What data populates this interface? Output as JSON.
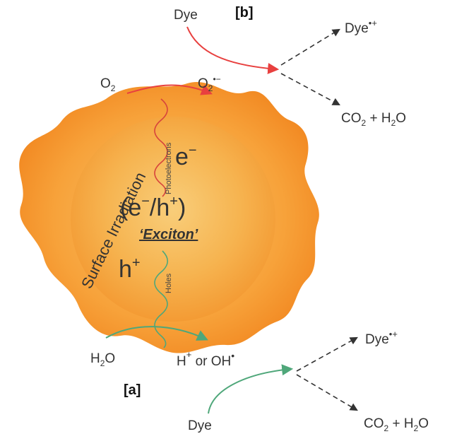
{
  "labels": {
    "panel_b": "[b]",
    "panel_a": "[a]",
    "dye_top": "Dye",
    "dye_bottom": "Dye",
    "o2": "O",
    "o2_sub": "2",
    "o2_rad": "O",
    "o2_rad_sub": "2",
    "o2_rad_sup": "•−",
    "dye_rad_top": "Dye",
    "dye_rad_top_sup": "•+",
    "co2_h2o_top_a": "CO",
    "co2_h2o_top_sub": "2",
    "co2_h2o_top_b": " + H",
    "co2_h2o_top_sub2": "2",
    "co2_h2o_top_c": "O",
    "dye_rad_bottom": "Dye",
    "dye_rad_bottom_sup": "•+",
    "co2_h2o_bottom_a": "CO",
    "co2_h2o_bottom_sub": "2",
    "co2_h2o_bottom_b": " + H",
    "co2_h2o_bottom_sub2": "2",
    "co2_h2o_bottom_c": "O",
    "h2o": "H",
    "h2o_sub": "2",
    "h2o_c": "O",
    "h_plus": "H",
    "h_plus_sup": "+",
    "or_oh": " or OH",
    "oh_sup": "•",
    "electron": "e",
    "electron_sup": "−",
    "hole": "h",
    "hole_sup": "+",
    "exciton_pair_a": "(e",
    "exciton_pair_sup1": "−",
    "exciton_pair_b": "/h",
    "exciton_pair_sup2": "+",
    "exciton_pair_c": ")",
    "exciton": "‘Exciton’",
    "surface_irradiation": "Surface Irradiation",
    "photoelectrons": "Photoelectrons",
    "holes": "Holes"
  },
  "colors": {
    "particle_outer": "#f7a23a",
    "particle_inner": "#f6b450",
    "red_arrow": "#e8403f",
    "green_arrow": "#4fa77a",
    "dashed": "#333333"
  }
}
